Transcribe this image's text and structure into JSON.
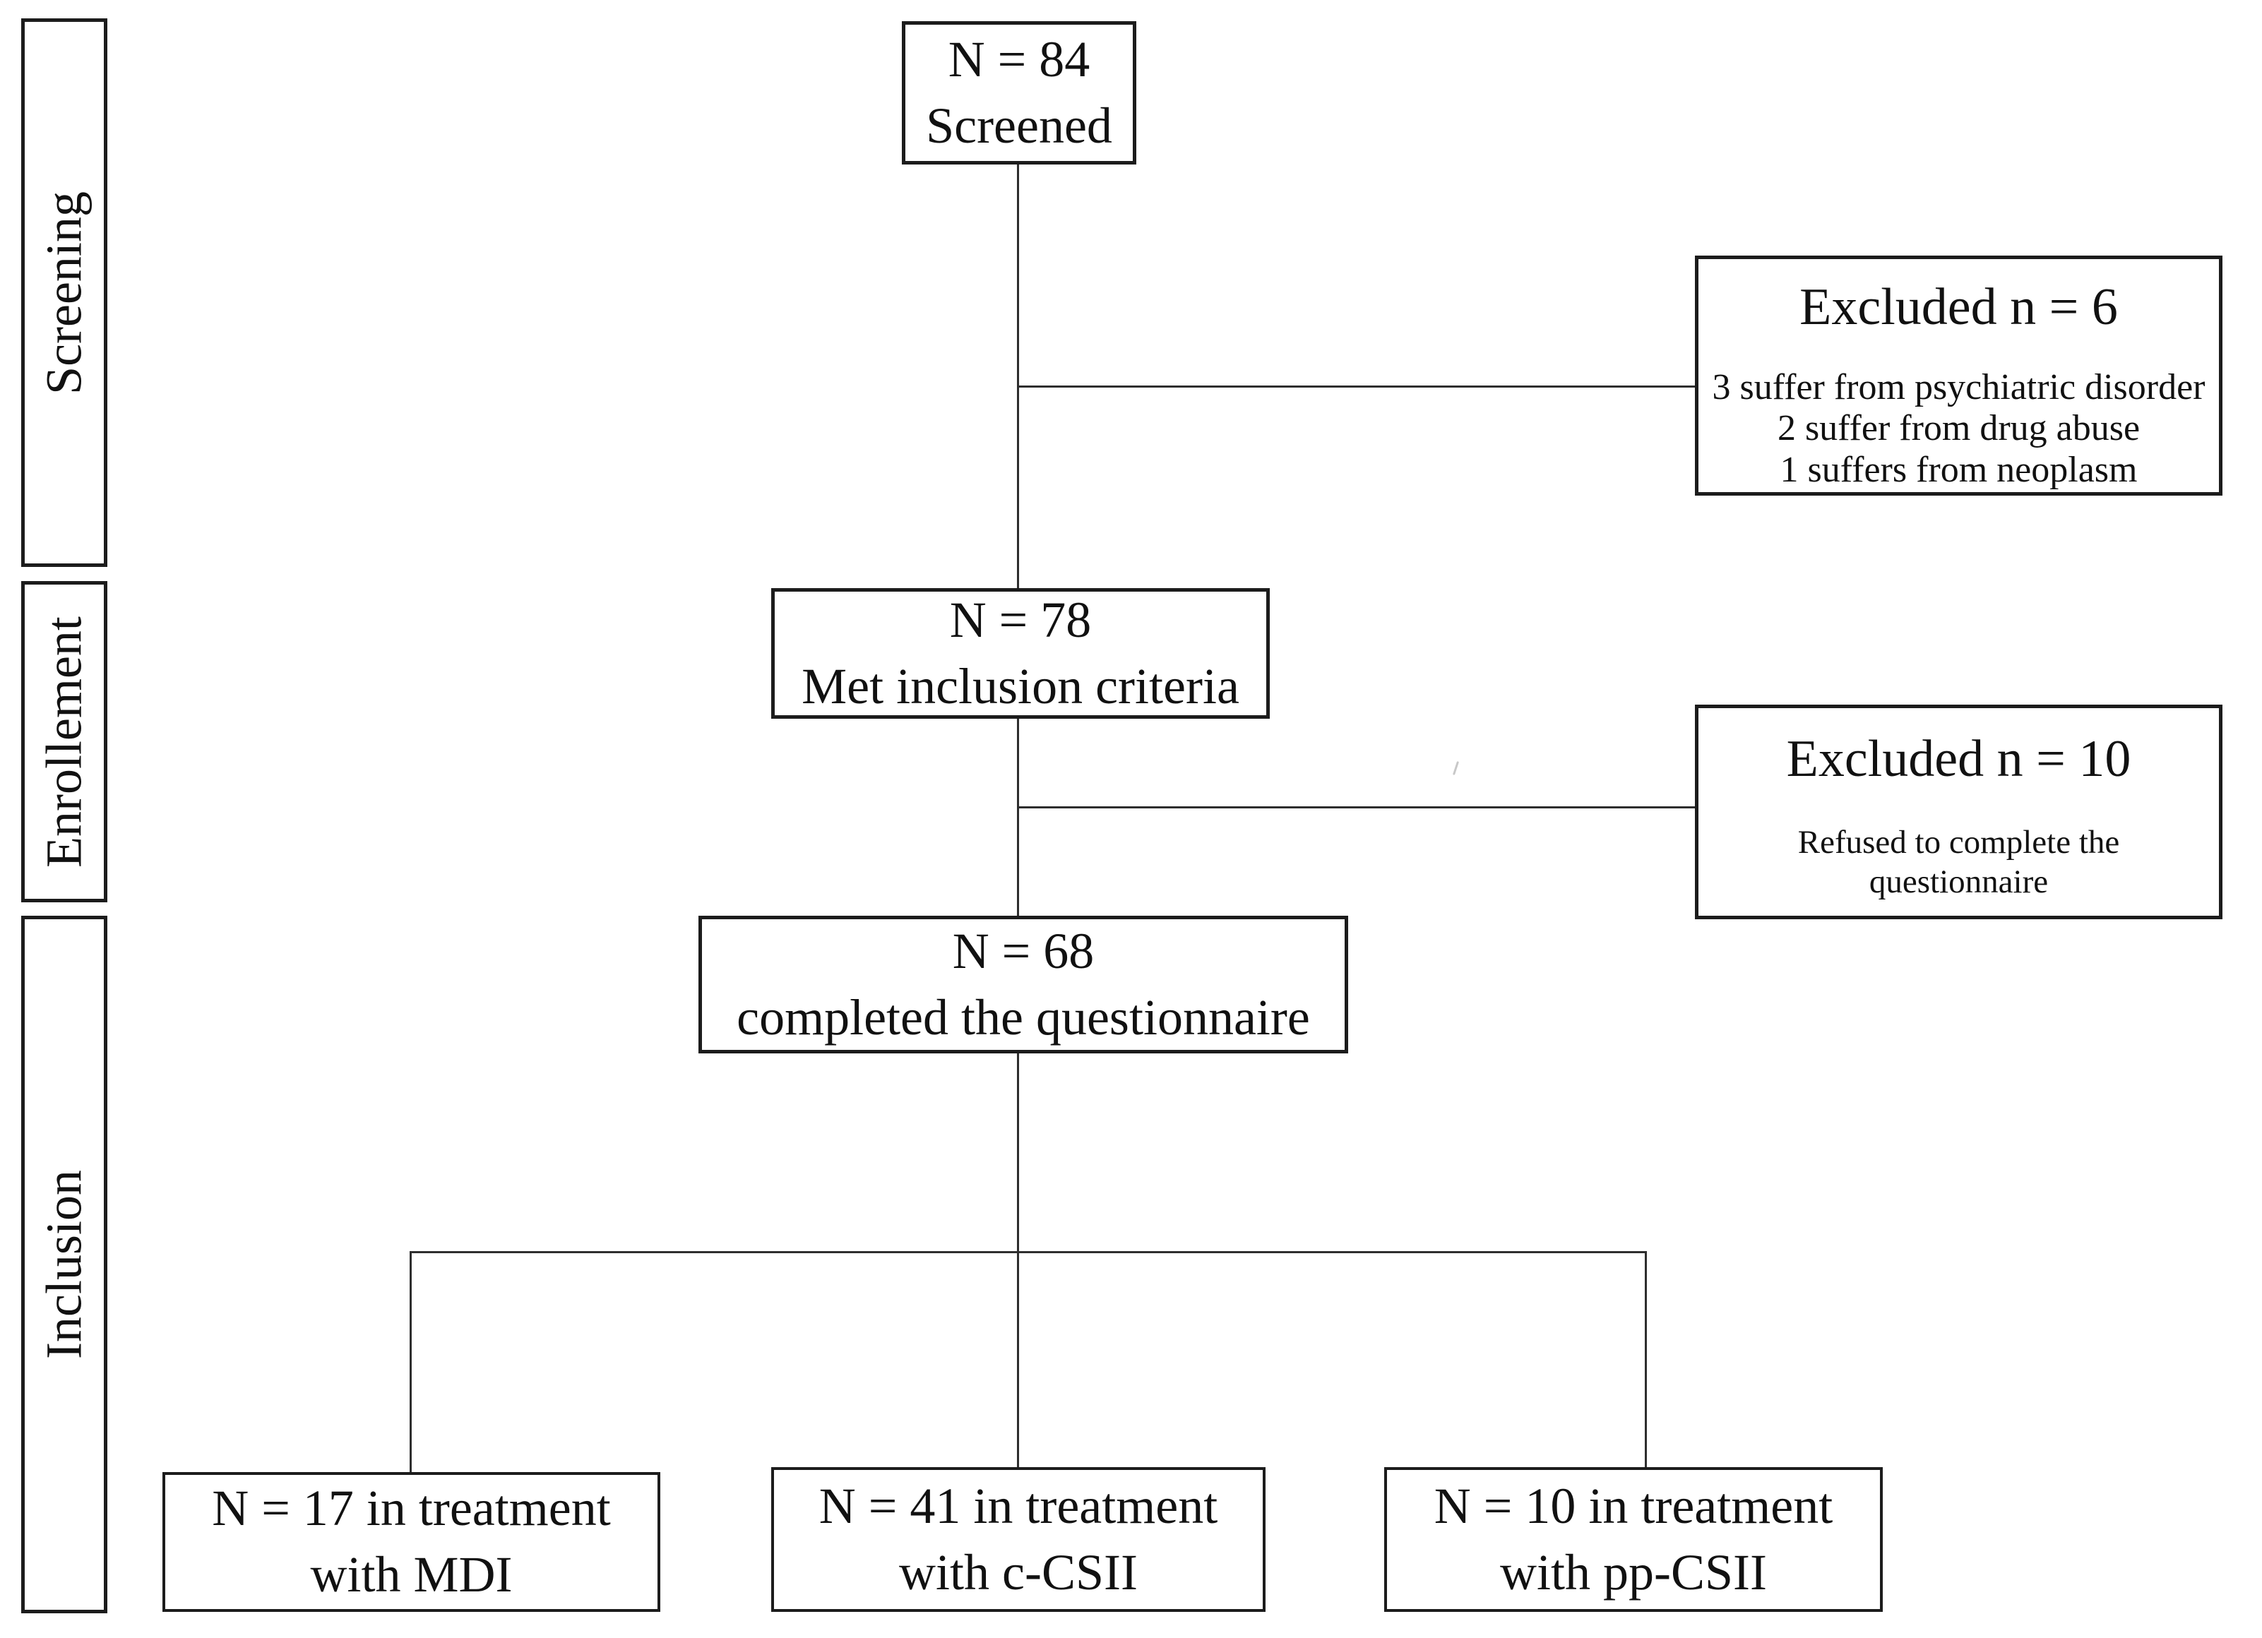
{
  "stages": [
    {
      "label": "Screening"
    },
    {
      "label": "Enrollement"
    },
    {
      "label": "Inclusion"
    }
  ],
  "boxes": {
    "screened": {
      "line1": "N = 84",
      "line2": "Screened"
    },
    "met_inclusion": {
      "line1": "N = 78",
      "line2": "Met inclusion criteria"
    },
    "completed": {
      "line1": "N = 68",
      "line2": "completed the questionnaire"
    },
    "mdi": {
      "line1": "N = 17 in treatment",
      "line2": "with MDI"
    },
    "c_csii": {
      "line1": "N = 41 in treatment",
      "line2": "with c-CSII"
    },
    "pp_csii": {
      "line1": "N = 10 in treatment",
      "line2": "with pp-CSII"
    }
  },
  "excluded": {
    "excluded6": {
      "title": "Excluded n = 6",
      "lines": [
        "3 suffer from psychiatric disorder",
        "2 suffer from drug abuse",
        "1 suffers from neoplasm"
      ]
    },
    "excluded10": {
      "title": "Excluded n = 10",
      "lines": [
        "Refused to complete the",
        "questionnaire"
      ]
    }
  },
  "colors": {
    "background": "#ffffff",
    "box_border": "#1c1c1c",
    "connector": "#2e2e2e",
    "text": "#111111"
  }
}
